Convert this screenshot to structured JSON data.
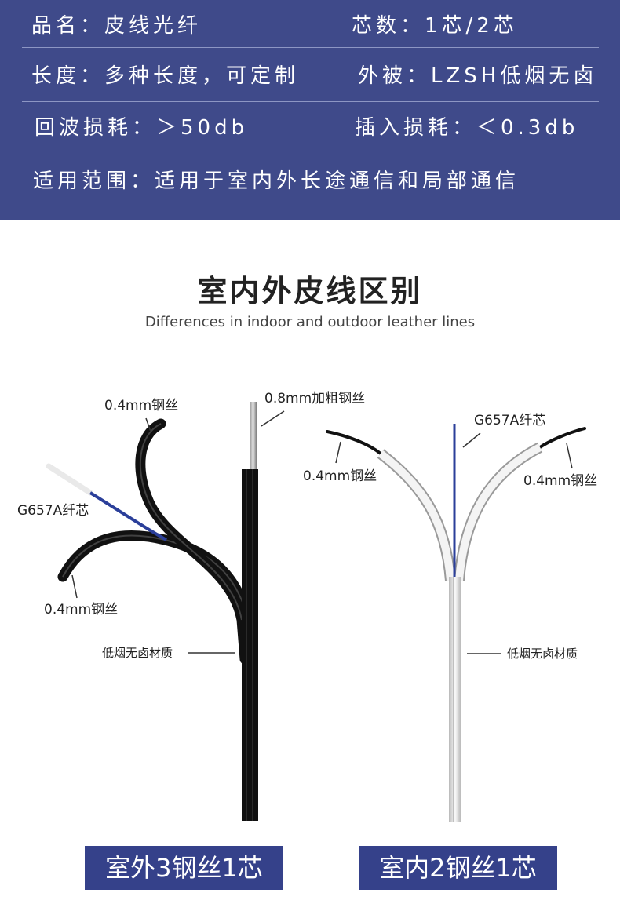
{
  "specs": {
    "row1": {
      "left": "品名：皮线光纤",
      "right": "芯数：1芯/2芯"
    },
    "row2": {
      "left": "长度：多种长度，可定制",
      "right": "外被：LZSH低烟无卤"
    },
    "row3": {
      "left": "回波损耗：＞50db",
      "right": "插入损耗：＜0.3db"
    },
    "row4": {
      "left": "适用范围：适用于室内外长途通信和局部通信"
    }
  },
  "heading": "室内外皮线区别",
  "subheading": "Differences in indoor and outdoor leather lines",
  "outdoor": {
    "label_wire_top": "0.4mm钢丝",
    "label_thick_wire": "0.8mm加粗钢丝",
    "label_fiber": "G657A纤芯",
    "label_wire_bottom": "0.4mm钢丝",
    "label_material": "低烟无卤材质",
    "caption": "室外3钢丝1芯"
  },
  "indoor": {
    "label_fiber": "G657A纤芯",
    "label_wire_left": "0.4mm钢丝",
    "label_wire_right": "0.4mm钢丝",
    "label_material": "低烟无卤材质",
    "caption": "室内2钢丝1芯"
  },
  "colors": {
    "banner_bg": "#3f4a8a",
    "caption_bg": "#35418a",
    "fiber_blue": "#2b3f9a",
    "cable_black": "#111111",
    "cable_white": "#f2f2f2"
  }
}
